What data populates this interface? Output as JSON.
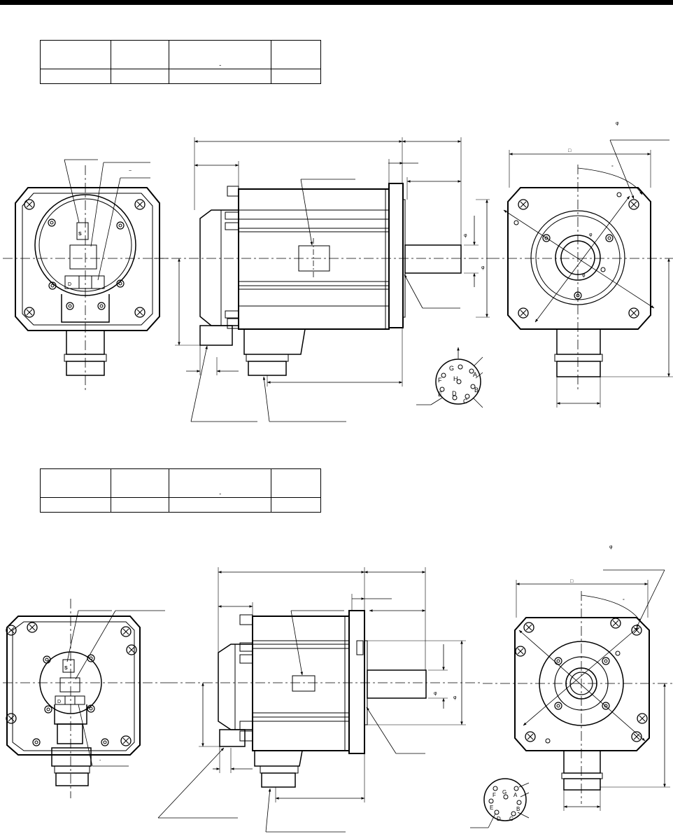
{
  "page": {
    "header_bar": "solid-black"
  },
  "drawing_1": {
    "spec_table": {
      "rows": [
        [
          "",
          "",
          "",
          ""
        ],
        [
          "",
          "",
          "",
          ""
        ]
      ]
    },
    "marks": {
      "diameter_symbol": "φ",
      "square_symbol": "□",
      "degree_symbol": "°",
      "tilde": "~",
      "dash": "-"
    },
    "connector_pins": [
      "G",
      "H",
      "A",
      "F",
      "B",
      "E",
      "D",
      "C"
    ],
    "connector_cap_letter": "S",
    "terminal_label": "D"
  },
  "drawing_2": {
    "spec_table": {
      "rows": [
        [
          "",
          "",
          "",
          ""
        ],
        [
          "",
          "",
          "",
          ""
        ]
      ]
    },
    "marks": {
      "diameter_symbol": "φ",
      "square_symbol": "□",
      "degree_symbol": "°",
      "dash": "-"
    },
    "connector_pins": [
      "F",
      "G",
      "A",
      "E",
      "B",
      "D",
      "C"
    ],
    "connector_cap_letter": "S",
    "terminal_label": "D"
  },
  "colors": {
    "ink": "#000000",
    "paper": "#ffffff"
  }
}
